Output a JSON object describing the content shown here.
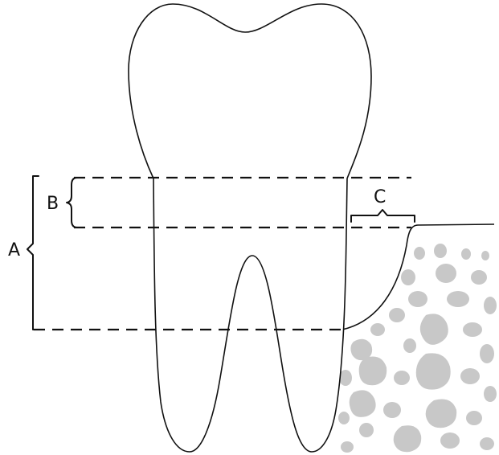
{
  "labels": {
    "a": "A",
    "b": "B",
    "c": "C"
  },
  "colors": {
    "outline": "#111111",
    "bone_particles": "#c8c8c8",
    "background": "#ffffff"
  }
}
